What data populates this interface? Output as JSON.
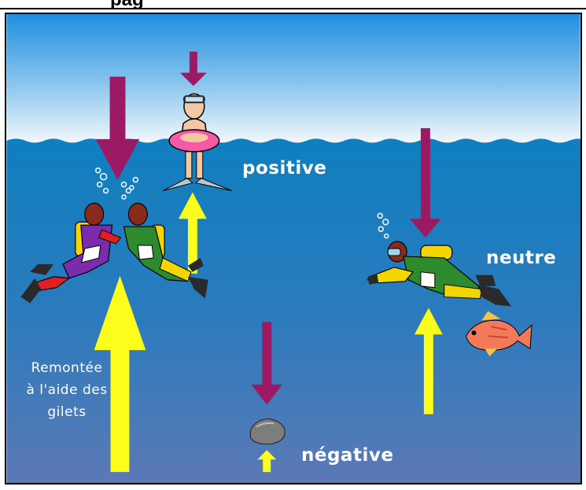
{
  "header": {
    "title_fragment": "pag"
  },
  "labels": {
    "positive": "positive",
    "neutre": "neutre",
    "negative": "négative",
    "remontee_lines": [
      "Remontée",
      "à l'aide des",
      "gilets"
    ]
  },
  "colors": {
    "sky_top": "#1f8fe0",
    "sky_bottom": "#f2f8fc",
    "water_top": "#0f7fbf",
    "water_bottom": "#5b79b5",
    "weight_arrow": "#9c1a64",
    "buoyancy_arrow": "#fdfd1c",
    "label_text": "#ffffff"
  },
  "icons": [
    "diver-pair-icon",
    "swimmer-with-ring-icon",
    "diver-icon",
    "fish-icon",
    "stone-icon",
    "bubbles-icon"
  ]
}
